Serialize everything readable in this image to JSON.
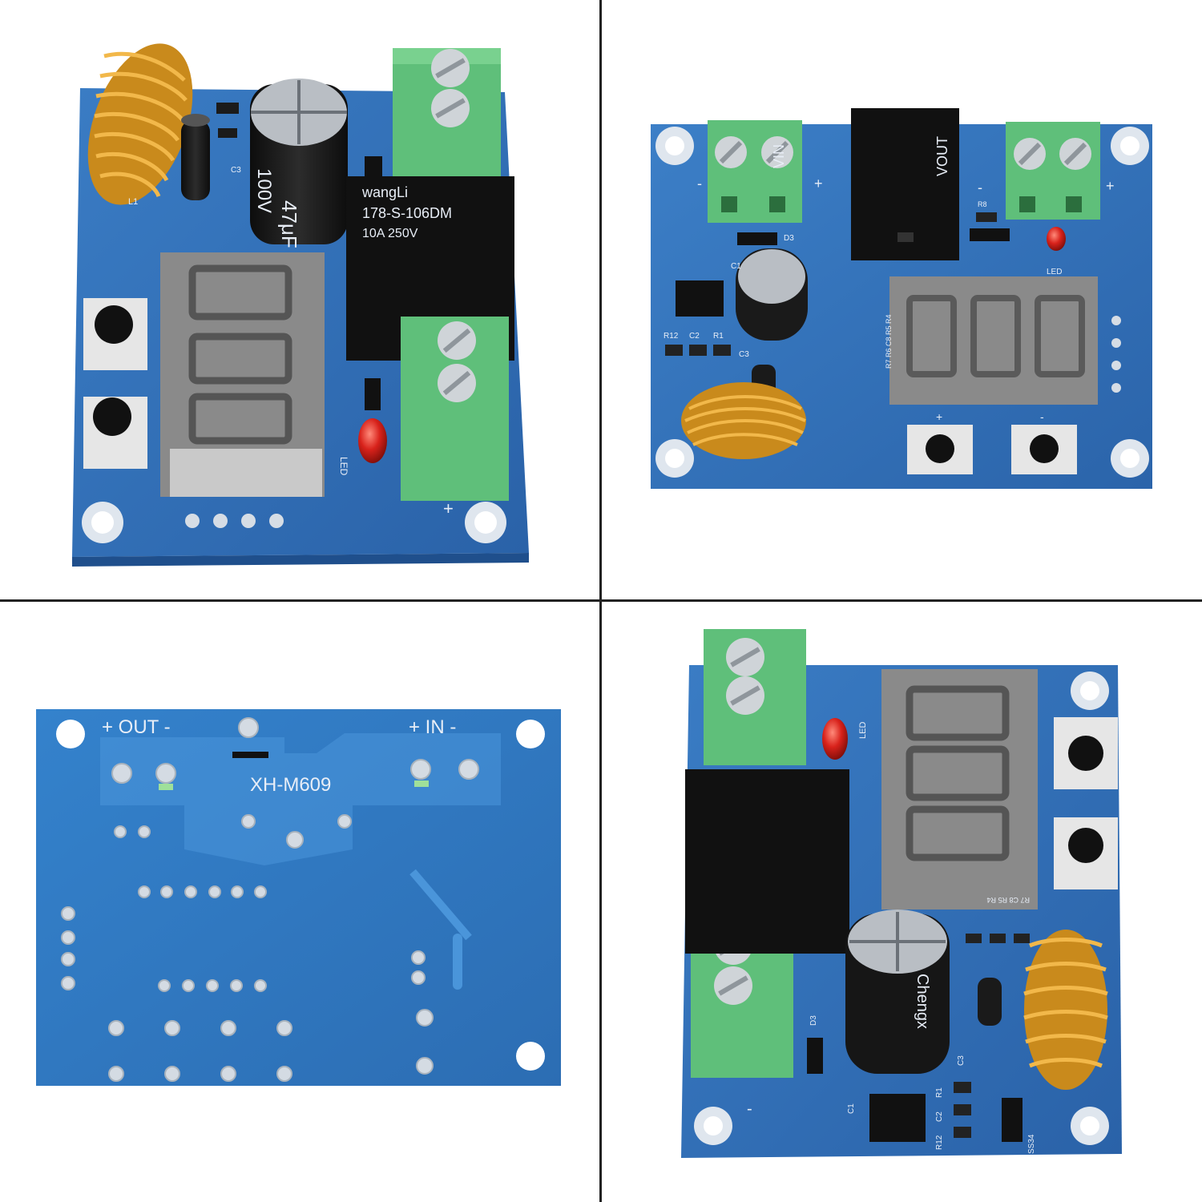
{
  "panels": [
    {
      "view": "top-view-portrait",
      "labels": {
        "inductor": "L1",
        "capacitor_value": "47μF",
        "capacitor_voltage": "100V",
        "cap_ref": "C3",
        "relay_line1": "wangLi",
        "relay_line2": "178-S-106DM",
        "relay_line3": "10A 250V",
        "led": "LED",
        "plus": "+"
      }
    },
    {
      "view": "top-view-landscape",
      "labels": {
        "vin": "VIN",
        "vout": "VOUT",
        "minus_left": "-",
        "plus_left": "+",
        "minus_right": "-",
        "plus_right": "+",
        "d3": "D3",
        "r8": "R8",
        "c1": "C1",
        "c3": "C3",
        "r12": "R12",
        "c2": "C2",
        "r1": "R1",
        "led": "LED",
        "r_series": "R7 R6 C8 R5 R4",
        "btn_plus": "+",
        "btn_minus": "-"
      }
    },
    {
      "view": "bottom-view",
      "labels": {
        "out": "+ OUT -",
        "in": "+ IN -",
        "model": "XH-M609"
      }
    },
    {
      "view": "top-view-rotated",
      "labels": {
        "led": "LED",
        "d3": "D3",
        "c1": "C1",
        "c3": "C3",
        "r_series": "R7 C8 R5 R4",
        "r12": "R12",
        "c2": "C2",
        "r1": "R1",
        "ss34": "SS34",
        "cap_brand": "Chengx",
        "minus": "-"
      }
    }
  ],
  "colors": {
    "pcb": "#2f6fb8",
    "pcb_dark": "#1f4f8c",
    "terminal": "#5fbf7a",
    "relay": "#111111",
    "display": "#8a8a8a",
    "inductor": "#e3a02a",
    "led": "#d8221b"
  }
}
